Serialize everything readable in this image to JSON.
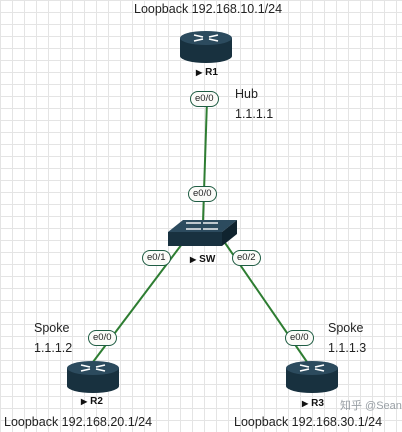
{
  "diagram": {
    "nodes": {
      "r1": {
        "name": "R1",
        "loopback": "Loopback 192.168.10.1/24",
        "role": "Hub",
        "ip": "1.1.1.1",
        "iface": "e0/0"
      },
      "r2": {
        "name": "R2",
        "loopback": "Loopback 192.168.20.1/24",
        "role": "Spoke",
        "ip": "1.1.1.2",
        "iface": "e0/0"
      },
      "r3": {
        "name": "R3",
        "loopback": "Loopback 192.168.30.1/24",
        "role": "Spoke",
        "ip": "1.1.1.3",
        "iface": "e0/0"
      },
      "sw": {
        "name": "SW",
        "iface_up": "e0/0",
        "iface_left": "e0/1",
        "iface_right": "e0/2"
      }
    },
    "link_color": "#2e7d32",
    "router_color": "#1e3a4c",
    "switch_color": "#1e3a4c"
  },
  "watermark": "知乎 @Sean"
}
